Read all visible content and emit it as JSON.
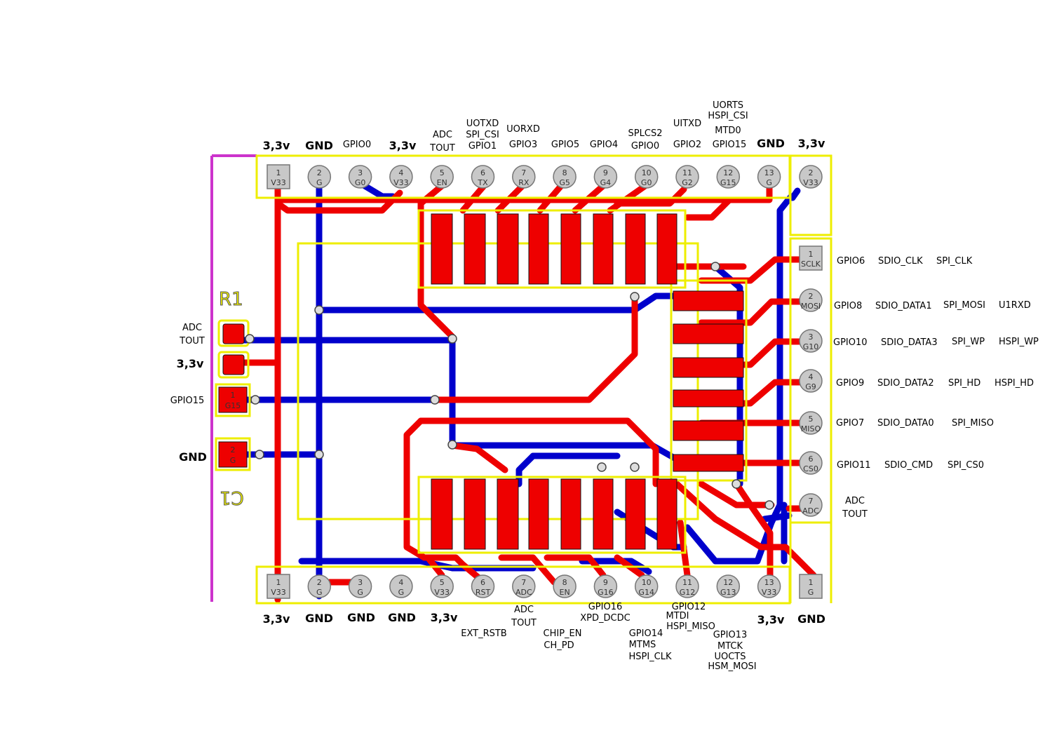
{
  "colors": {
    "top_copper": "#ee0000",
    "bottom_copper": "#0000cc",
    "silkscreen": "#eeee00",
    "board_edge": "#cc33cc",
    "pad": "#cccccc"
  },
  "top_header": {
    "pins": [
      {
        "num": "1",
        "name": "V33"
      },
      {
        "num": "2",
        "name": "G"
      },
      {
        "num": "3",
        "name": "G0"
      },
      {
        "num": "4",
        "name": "V33"
      },
      {
        "num": "5",
        "name": "EN"
      },
      {
        "num": "6",
        "name": "TX"
      },
      {
        "num": "7",
        "name": "RX"
      },
      {
        "num": "8",
        "name": "G5"
      },
      {
        "num": "9",
        "name": "G4"
      },
      {
        "num": "10",
        "name": "G0"
      },
      {
        "num": "11",
        "name": "G2"
      },
      {
        "num": "12",
        "name": "G15"
      },
      {
        "num": "13",
        "name": "G"
      }
    ],
    "extra_pin": {
      "num": "2",
      "name": "V33"
    },
    "labels": [
      "3,3v",
      "GND",
      "GPIO0",
      "3,3v",
      "ADC",
      "TOUT",
      "UOTXD",
      "SPI_CSI",
      "GPIO1",
      "UORXD",
      "GPIO3",
      "GPIO5",
      "GPIO4",
      "SPLCS2",
      "GPIO0",
      "UITXD",
      "GPIO2",
      "UORTS",
      "HSPI_CSI",
      "MTD0",
      "GPIO15",
      "GND",
      "3,3v"
    ]
  },
  "bottom_header": {
    "pins": [
      {
        "num": "1",
        "name": "V33"
      },
      {
        "num": "2",
        "name": "G"
      },
      {
        "num": "3",
        "name": "G"
      },
      {
        "num": "4",
        "name": "G"
      },
      {
        "num": "5",
        "name": "V33"
      },
      {
        "num": "6",
        "name": "RST"
      },
      {
        "num": "7",
        "name": "ADC"
      },
      {
        "num": "8",
        "name": "EN"
      },
      {
        "num": "9",
        "name": "G16"
      },
      {
        "num": "10",
        "name": "G14"
      },
      {
        "num": "11",
        "name": "G12"
      },
      {
        "num": "12",
        "name": "G13"
      },
      {
        "num": "13",
        "name": "V33"
      }
    ],
    "extra_pin": {
      "num": "1",
      "name": "G"
    },
    "labels": [
      "3,3v",
      "GND",
      "GND",
      "GND",
      "3,3v",
      "EXT_RSTB",
      "ADC",
      "TOUT",
      "CHIP_EN",
      "CH_PD",
      "GPIO16",
      "XPD_DCDC",
      "GPIO14",
      "MTMS",
      "HSPI_CLK",
      "GPIO12",
      "MTDI",
      "HSPI_MISO",
      "GPIO13",
      "MTCK",
      "UOCTS",
      "HSM_MOSI",
      "3,3v",
      "GND"
    ]
  },
  "right_header": {
    "pins": [
      {
        "num": "1",
        "name": "SCLK"
      },
      {
        "num": "2",
        "name": "MOSI"
      },
      {
        "num": "3",
        "name": "G10"
      },
      {
        "num": "4",
        "name": "G9"
      },
      {
        "num": "5",
        "name": "MISO"
      },
      {
        "num": "6",
        "name": "CS0"
      },
      {
        "num": "7",
        "name": "ADC"
      }
    ],
    "labels": [
      "GPIO6",
      "SDIO_CLK",
      "SPI_CLK",
      "GPIO8",
      "SDIO_DATA1",
      "SPI_MOSI",
      "U1RXD",
      "GPIO10",
      "SDIO_DATA3",
      "SPI_WP",
      "HSPI_WP",
      "GPIO9",
      "SDIO_DATA2",
      "SPI_HD",
      "HSPI_HD",
      "GPIO7",
      "SDIO_DATA0",
      "SPI_MISO",
      "GPIO11",
      "SDIO_CMD",
      "SPI_CS0",
      "ADC",
      "TOUT"
    ]
  },
  "left_side": {
    "labels": [
      "ADC",
      "TOUT",
      "3,3v",
      "GPIO15",
      "GND"
    ],
    "r1": "R1",
    "c1": "C1",
    "pad1": {
      "num": "1",
      "name": "G15"
    },
    "pad2": {
      "num": "2",
      "name": "G"
    }
  },
  "via_labels": {
    "g": "G",
    "one": "1"
  }
}
